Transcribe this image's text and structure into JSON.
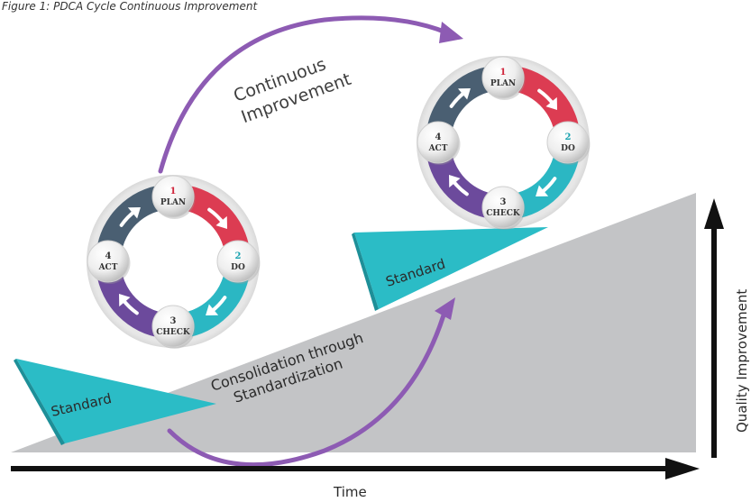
{
  "caption": "Figure 1: PDCA Cycle Continuous Improvement",
  "arc_label_top": [
    "Continuous",
    "Improvement"
  ],
  "arc_label_bottom": [
    "Consolidation through",
    "Standardization"
  ],
  "standard_left": "Standard",
  "standard_right": "Standard",
  "x_axis_label": "Time",
  "y_axis_label": "Quality Improvement",
  "cycles": [
    {
      "steps": [
        {
          "num": "1",
          "word": "PLAN"
        },
        {
          "num": "2",
          "word": "DO"
        },
        {
          "num": "3",
          "word": "CHECK"
        },
        {
          "num": "4",
          "word": "ACT"
        }
      ]
    },
    {
      "steps": [
        {
          "num": "1",
          "word": "PLAN"
        },
        {
          "num": "2",
          "word": "DO"
        },
        {
          "num": "3",
          "word": "CHECK"
        },
        {
          "num": "4",
          "word": "ACT"
        }
      ]
    }
  ],
  "colors": {
    "ramp": "#c3c4c6",
    "wedge": "#2bbcc6",
    "arrow_purple": "#8d5bb3",
    "plan_segment": "#dc3c52",
    "do_segment": "#2bb7c3",
    "check_segment": "#6c4a9c",
    "act_segment": "#4a5f72",
    "num_red": "#d0283e",
    "num_teal": "#1aa3b0",
    "num_dark": "#333333"
  }
}
